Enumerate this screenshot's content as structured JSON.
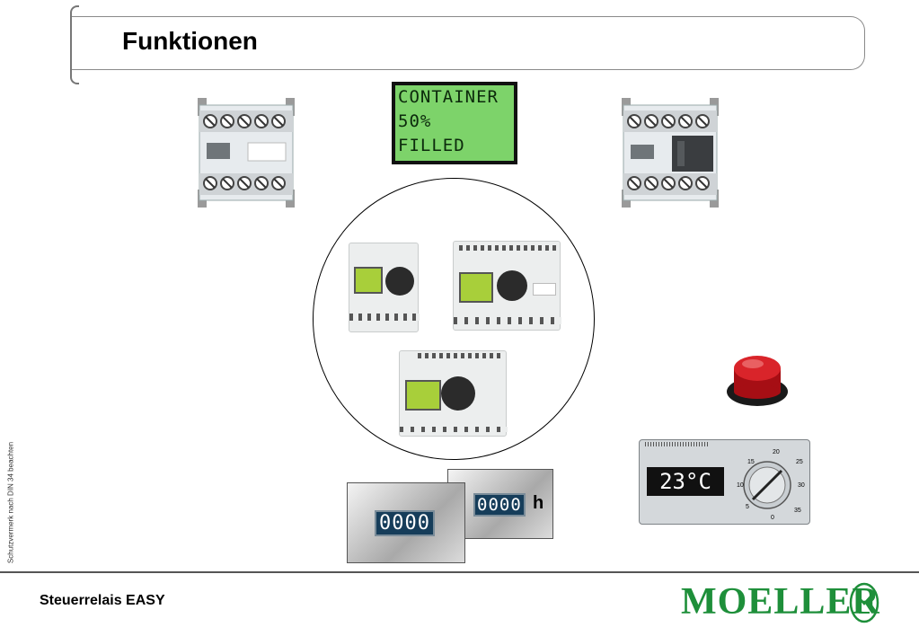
{
  "title": "Funktionen",
  "side_note": "Schutzvermerk nach DIN 34 beachten",
  "footer": {
    "label": "Steuerrelais EASY"
  },
  "logo": {
    "text": "MOELLER",
    "emblem": "moeller-emblem"
  },
  "lcd_display": {
    "line1": "CONTAINER",
    "line2": "50%",
    "line3": "FILLED",
    "color": "#7dd36a"
  },
  "counters": {
    "front_value": "0000",
    "back_value": "0000",
    "back_unit": "h"
  },
  "thermostat": {
    "display": "23°C",
    "scale": [
      "5",
      "10",
      "15",
      "20",
      "25",
      "30",
      "35",
      "0"
    ]
  },
  "icons": {
    "relay_left": "contactor-relay-icon",
    "relay_right": "contactor-relay-icon",
    "push_button": "red-push-button-icon"
  },
  "colors": {
    "logo_green": "#1e8f3a",
    "button_red": "#c8141c"
  }
}
